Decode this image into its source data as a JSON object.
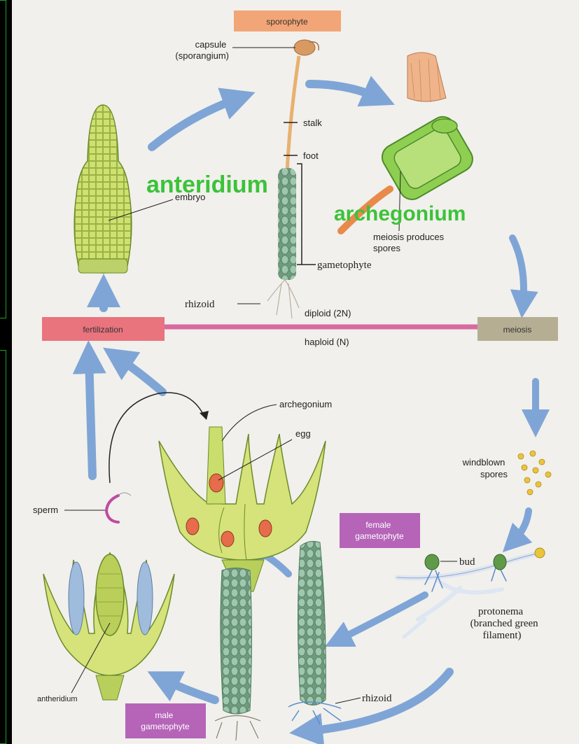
{
  "stages": {
    "sporophyte": "sporophyte",
    "fertilization": "fertilization",
    "meiosis": "meiosis",
    "female_gametophyte": [
      "female",
      "gametophyte"
    ],
    "male_gametophyte": [
      "male",
      "gametophyte"
    ]
  },
  "ploidy": {
    "diploid": "diploid (2N)",
    "haploid": "haploid (N)"
  },
  "labels": {
    "capsule": [
      "capsule",
      "(sporangium)"
    ],
    "stalk": "stalk",
    "foot": "foot",
    "embryo": "embryo",
    "gametophyte_top": "gametophyte",
    "rhizoid_top": "rhizoid",
    "meiosis_produces": [
      "meiosis produces",
      "spores"
    ],
    "archegonium_small": "archegonium",
    "egg": "egg",
    "sperm": "sperm",
    "windblown": [
      "windblown",
      "spores"
    ],
    "bud": "bud",
    "protonema": [
      "protonema",
      "(branched green",
      "filament)"
    ],
    "antheridium_small": "antheridium",
    "rhizoid_bottom": "rhizoid"
  },
  "overlays": {
    "anteridium": "anteridium",
    "archegonium": "archegonium"
  },
  "colors": {
    "sporophyte_box": "#f2a576",
    "fertilization_box": "#e9747e",
    "meiosis_box": "#b5ae93",
    "gametophyte_box": "#b564b8",
    "haploid_line": "#d86aa0",
    "arrow": "#7fa5d6",
    "overlay_text": "#3cc23a"
  }
}
